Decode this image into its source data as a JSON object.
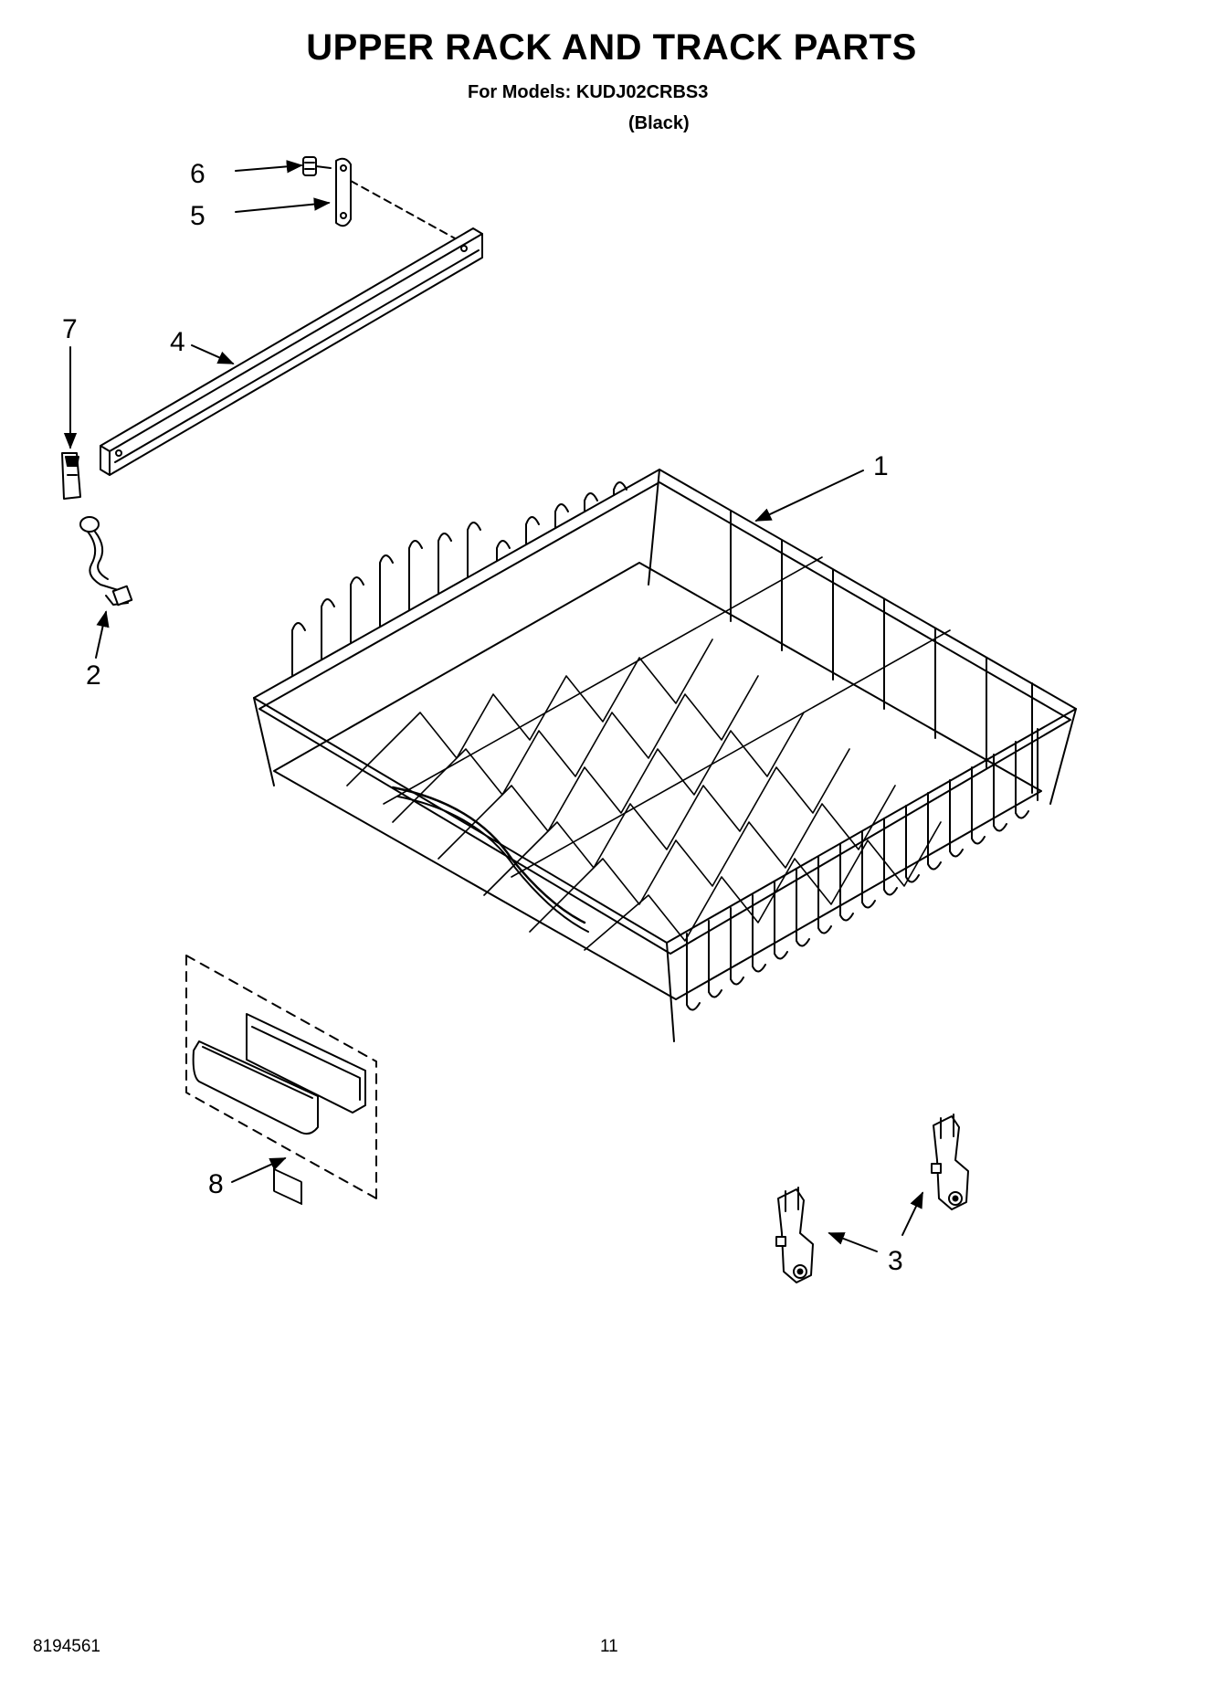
{
  "header": {
    "title": "UPPER RACK AND TRACK PARTS",
    "models_line": "For Models: KUDJ02CRBS3",
    "color_line": "(Black)"
  },
  "callouts": {
    "c1": "1",
    "c2": "2",
    "c3": "3",
    "c4": "4",
    "c5": "5",
    "c6": "6",
    "c7": "7",
    "c8": "8"
  },
  "footer": {
    "doc_number": "8194561",
    "page_number": "11"
  }
}
